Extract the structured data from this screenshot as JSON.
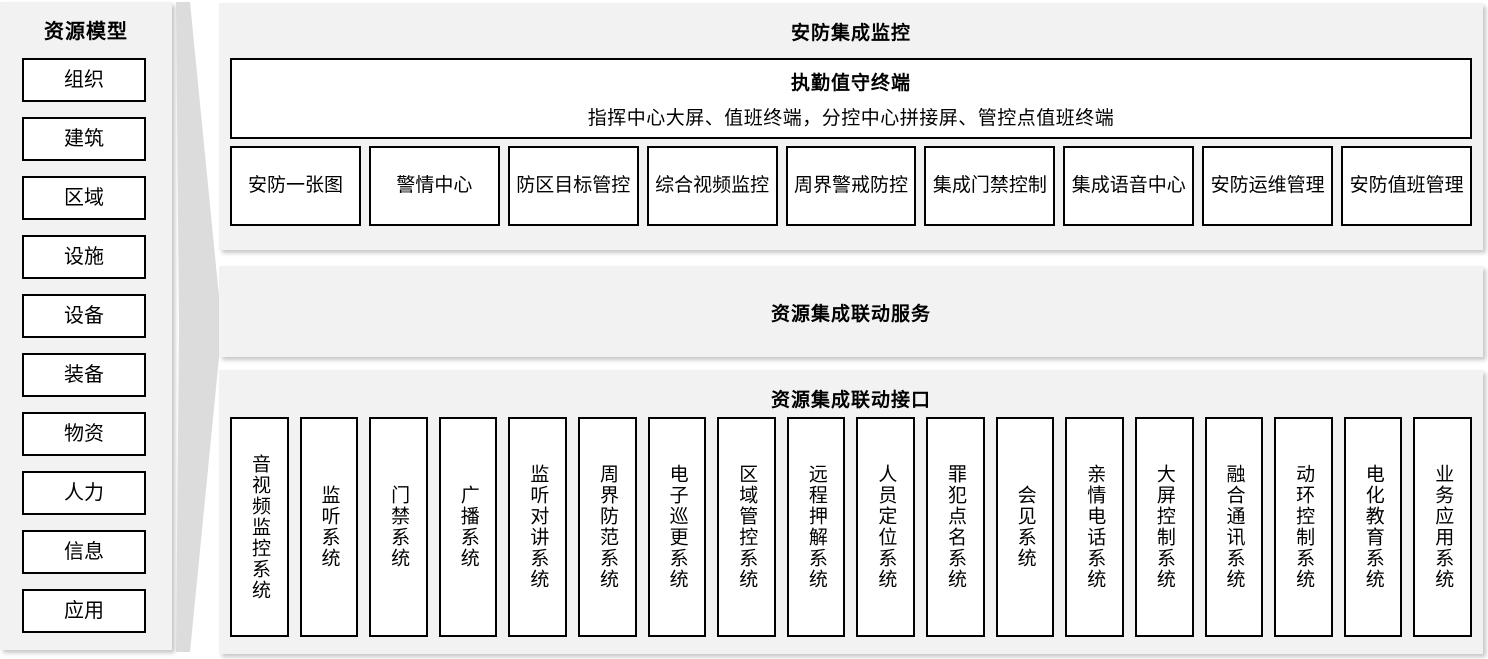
{
  "sidebar": {
    "title": "资源模型",
    "items": [
      {
        "label": "组织"
      },
      {
        "label": "建筑"
      },
      {
        "label": "区域"
      },
      {
        "label": "设施"
      },
      {
        "label": "设备"
      },
      {
        "label": "装备"
      },
      {
        "label": "物资"
      },
      {
        "label": "人力"
      },
      {
        "label": "信息"
      },
      {
        "label": "应用"
      }
    ]
  },
  "arrow": {
    "name": "flow-arrow",
    "color": "#dcdcdc"
  },
  "panels": {
    "security": {
      "title": "安防集成监控",
      "duty_terminal": {
        "title": "执勤值守终端",
        "subtitle": "指挥中心大屏、值班终端，分控中心拼接屏、管控点值班终端"
      },
      "modules": [
        {
          "label": "安防一张图"
        },
        {
          "label": "警情中心"
        },
        {
          "label": "防区目标管控"
        },
        {
          "label": "综合视频监控"
        },
        {
          "label": "周界警戒防控"
        },
        {
          "label": "集成门禁控制"
        },
        {
          "label": "集成语音中心"
        },
        {
          "label": "安防运维管理"
        },
        {
          "label": "安防值班管理"
        }
      ]
    },
    "service": {
      "title": "资源集成联动服务"
    },
    "interface": {
      "title": "资源集成联动接口",
      "systems": [
        {
          "label": "音视频监控系统"
        },
        {
          "label": "监听系统"
        },
        {
          "label": "门禁系统"
        },
        {
          "label": "广播系统"
        },
        {
          "label": "监听对讲系统"
        },
        {
          "label": "周界防范系统"
        },
        {
          "label": "电子巡更系统"
        },
        {
          "label": "区域管控系统"
        },
        {
          "label": "远程押解系统"
        },
        {
          "label": "人员定位系统"
        },
        {
          "label": "罪犯点名系统"
        },
        {
          "label": "会见系统"
        },
        {
          "label": "亲情电话系统"
        },
        {
          "label": "大屏控制系统"
        },
        {
          "label": "融合通讯系统"
        },
        {
          "label": "动环控制系统"
        },
        {
          "label": "电化教育系统"
        },
        {
          "label": "业务应用系统"
        }
      ]
    }
  },
  "colors": {
    "panel_background": "#f2f2f2",
    "box_background": "#ffffff",
    "box_border": "#000000",
    "arrow_fill": "#dcdcdc",
    "page_background": "#ffffff"
  }
}
